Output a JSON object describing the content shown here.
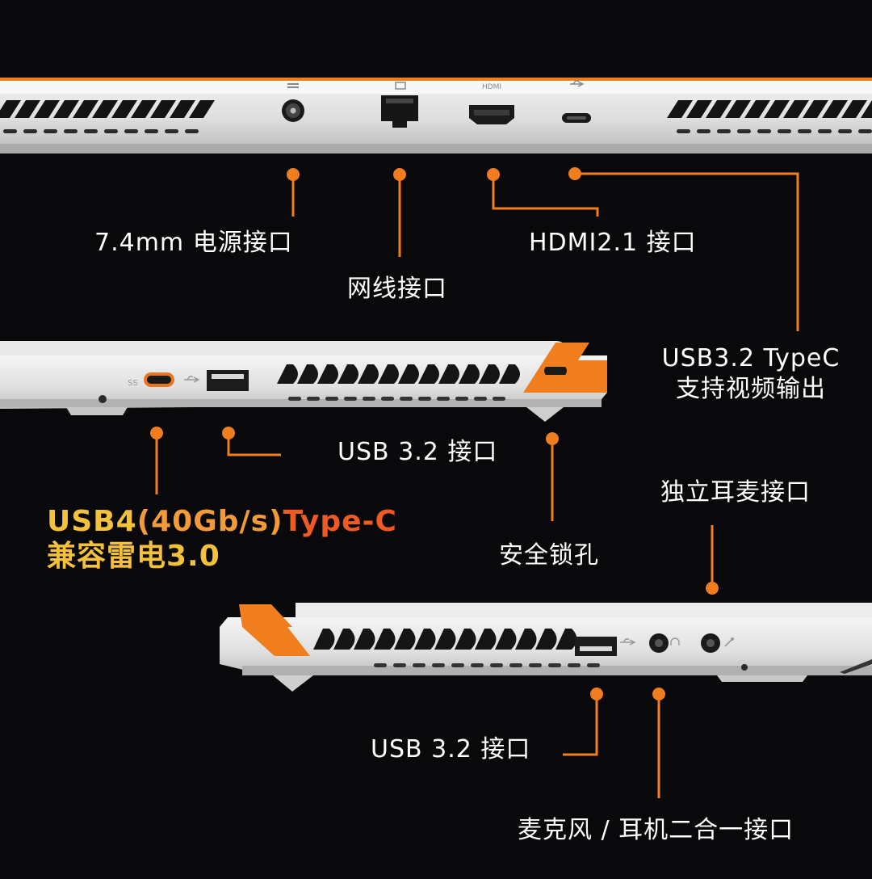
{
  "colors": {
    "background": "#09090b",
    "accent": "#f07d1e",
    "chassis": "#dcdcdc",
    "vent": "#111111",
    "label_text": "#ffffff",
    "highlight_yellow": "#f5c03c",
    "highlight_orange": "#ee5a22"
  },
  "rear_view": {
    "port_icons": [
      "power-dc-icon",
      "ethernet-icon",
      "hdmi-icon",
      "usb-icon"
    ],
    "port_markings": {
      "hdmi": "HDMI"
    },
    "labels": {
      "power": "7.4mm 电源接口",
      "ethernet": "网线接口",
      "hdmi": "HDMI2.1 接口",
      "typec_line1": "USB3.2 TypeC",
      "typec_line2": "支持视频输出"
    }
  },
  "left_view": {
    "port_icons": [
      "superspeed-usb-icon",
      "usb-icon"
    ],
    "port_markings": {
      "typec": "SS"
    },
    "labels": {
      "usb32": "USB 3.2 接口",
      "lock": "安全锁孔",
      "usb4_part1": "USB4",
      "usb4_part2": "(40Gb/s)",
      "usb4_part3": "Type-C",
      "usb4_line2": "兼容雷电3.0"
    }
  },
  "right_view": {
    "port_icons": [
      "usb-icon",
      "headphone-icon",
      "microphone-icon"
    ],
    "labels": {
      "audio_top": "独立耳麦接口",
      "usb32": "USB 3.2 接口",
      "combo": "麦克风 / 耳机二合一接口"
    }
  }
}
